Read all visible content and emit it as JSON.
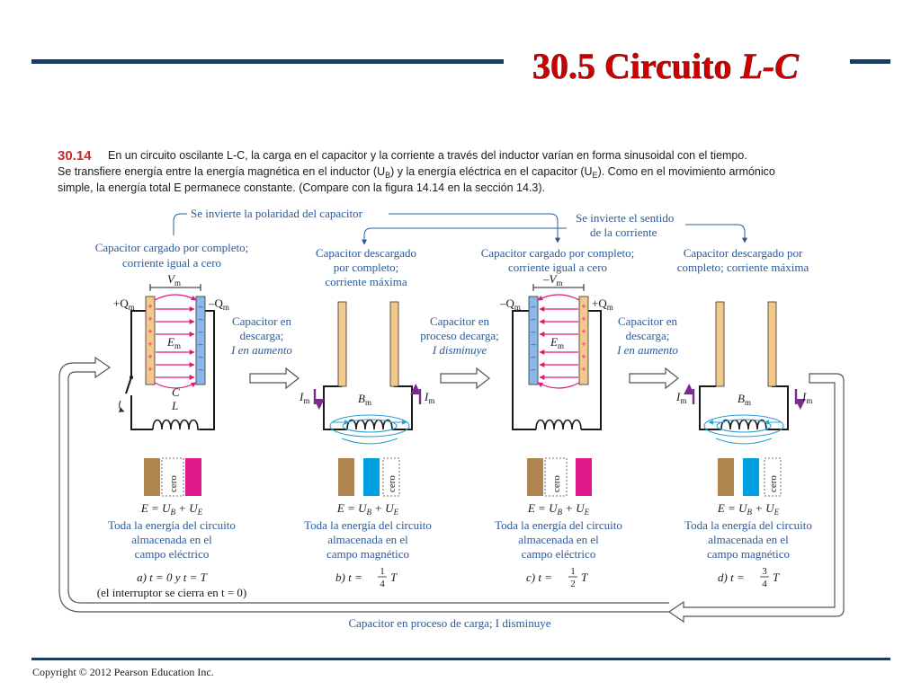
{
  "title_main": "30.5 Circuito ",
  "title_italic": "L-C",
  "caption": {
    "fig": "30.14",
    "line1": "En un circuito oscilante L-C, la carga en el capacitor y la corriente a través del inductor varían en forma sinusoidal con el tiempo.",
    "line2": "Se transfiere energía entre la energía magnética en el inductor (U",
    "line2b": ") y la energía eléctrica en el capacitor (U",
    "line2c": "). Como en el movimiento armónico",
    "line3": "simple, la energía total E permanece constante. (Compare con la figura 14.14 en la sección 14.3)."
  },
  "top_notes": {
    "polarity": "Se invierte la polaridad del capacitor",
    "current_1": "Se invierte el sentido",
    "current_2": "de la corriente"
  },
  "states": {
    "a_top": [
      "Capacitor cargado por completo;",
      "corriente igual a cero"
    ],
    "b_top": [
      "Capacitor descargado",
      "por completo;",
      "corriente máxima"
    ],
    "c_top": [
      "Capacitor cargado por completo;",
      "corriente igual a cero"
    ],
    "d_top": [
      "Capacitor descargado por",
      "completo; corriente máxima"
    ]
  },
  "transitions": {
    "ab": [
      "Capacitor en",
      "descarga;",
      "I en aumento"
    ],
    "bc": [
      "Capacitor en",
      "proceso decarga;",
      "I disminuye"
    ],
    "cd": [
      "Capacitor en",
      "descarga;",
      "I en aumento"
    ],
    "bottom": "Capacitor en proceso de carga; I disminuye"
  },
  "circuit_labels": {
    "qplus": "+Q",
    "qminus": "–Q",
    "sub_m": "m",
    "vm": "V",
    "vm_neg": "–V",
    "em": "E",
    "c": "C",
    "l": "L",
    "bm": "B",
    "im": "I"
  },
  "zero": "cero",
  "energy_eq": "E = U",
  "eq_b": "B",
  "eq_plus": " + U",
  "eq_e": "E",
  "descriptions": {
    "a": [
      "Toda la energía del circuito",
      "almacenada en el",
      "campo eléctrico"
    ],
    "b": [
      "Toda la energía del circuito",
      "almacenada en el",
      "campo magnético"
    ],
    "c": [
      "Toda la energía del circuito",
      "almacenada en el",
      "campo eléctrico"
    ],
    "d": [
      "Toda la energía del circuito",
      "almacenada en el",
      "campo magnético"
    ]
  },
  "times": {
    "a": "a) t = 0 y t = T",
    "a2": "(el interruptor se cierra en  t = 0)",
    "b_prefix": "b) t = ",
    "b_num": "1",
    "b_den": "4",
    "c_prefix": "c) t = ",
    "c_num": "1",
    "c_den": "2",
    "d_prefix": "d) t = ",
    "d_num": "3",
    "d_den": "4",
    "T": "T"
  },
  "footer": "Copyright © 2012 Pearson Education Inc.",
  "colors": {
    "title_red": "#cc0000",
    "rule_blue": "#1f3a5f",
    "caption_blue": "#2a5b9a",
    "plate_tan": "#f3c98b",
    "plate_blue": "#8bb8e8",
    "field_pink": "#e0197d",
    "bar_brown": "#b08550",
    "bar_blue": "#00a0e0",
    "bar_magenta": "#e0198a"
  }
}
